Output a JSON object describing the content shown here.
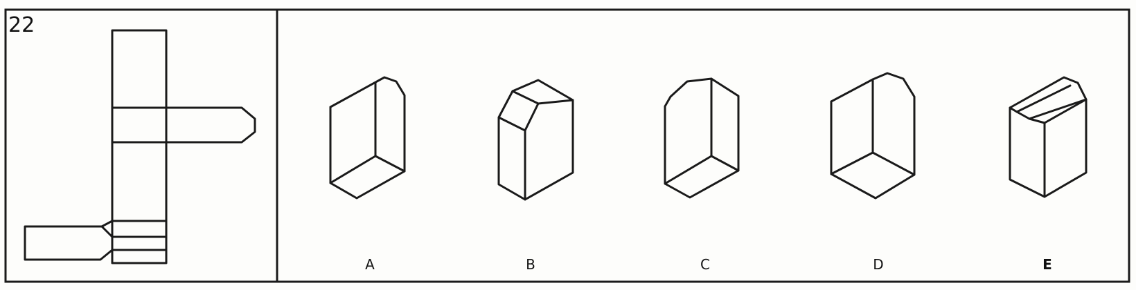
{
  "question_number": "22",
  "options": [
    {
      "label": "A"
    },
    {
      "label": "B"
    },
    {
      "label": "C"
    },
    {
      "label": "D"
    },
    {
      "label": "E"
    }
  ]
}
